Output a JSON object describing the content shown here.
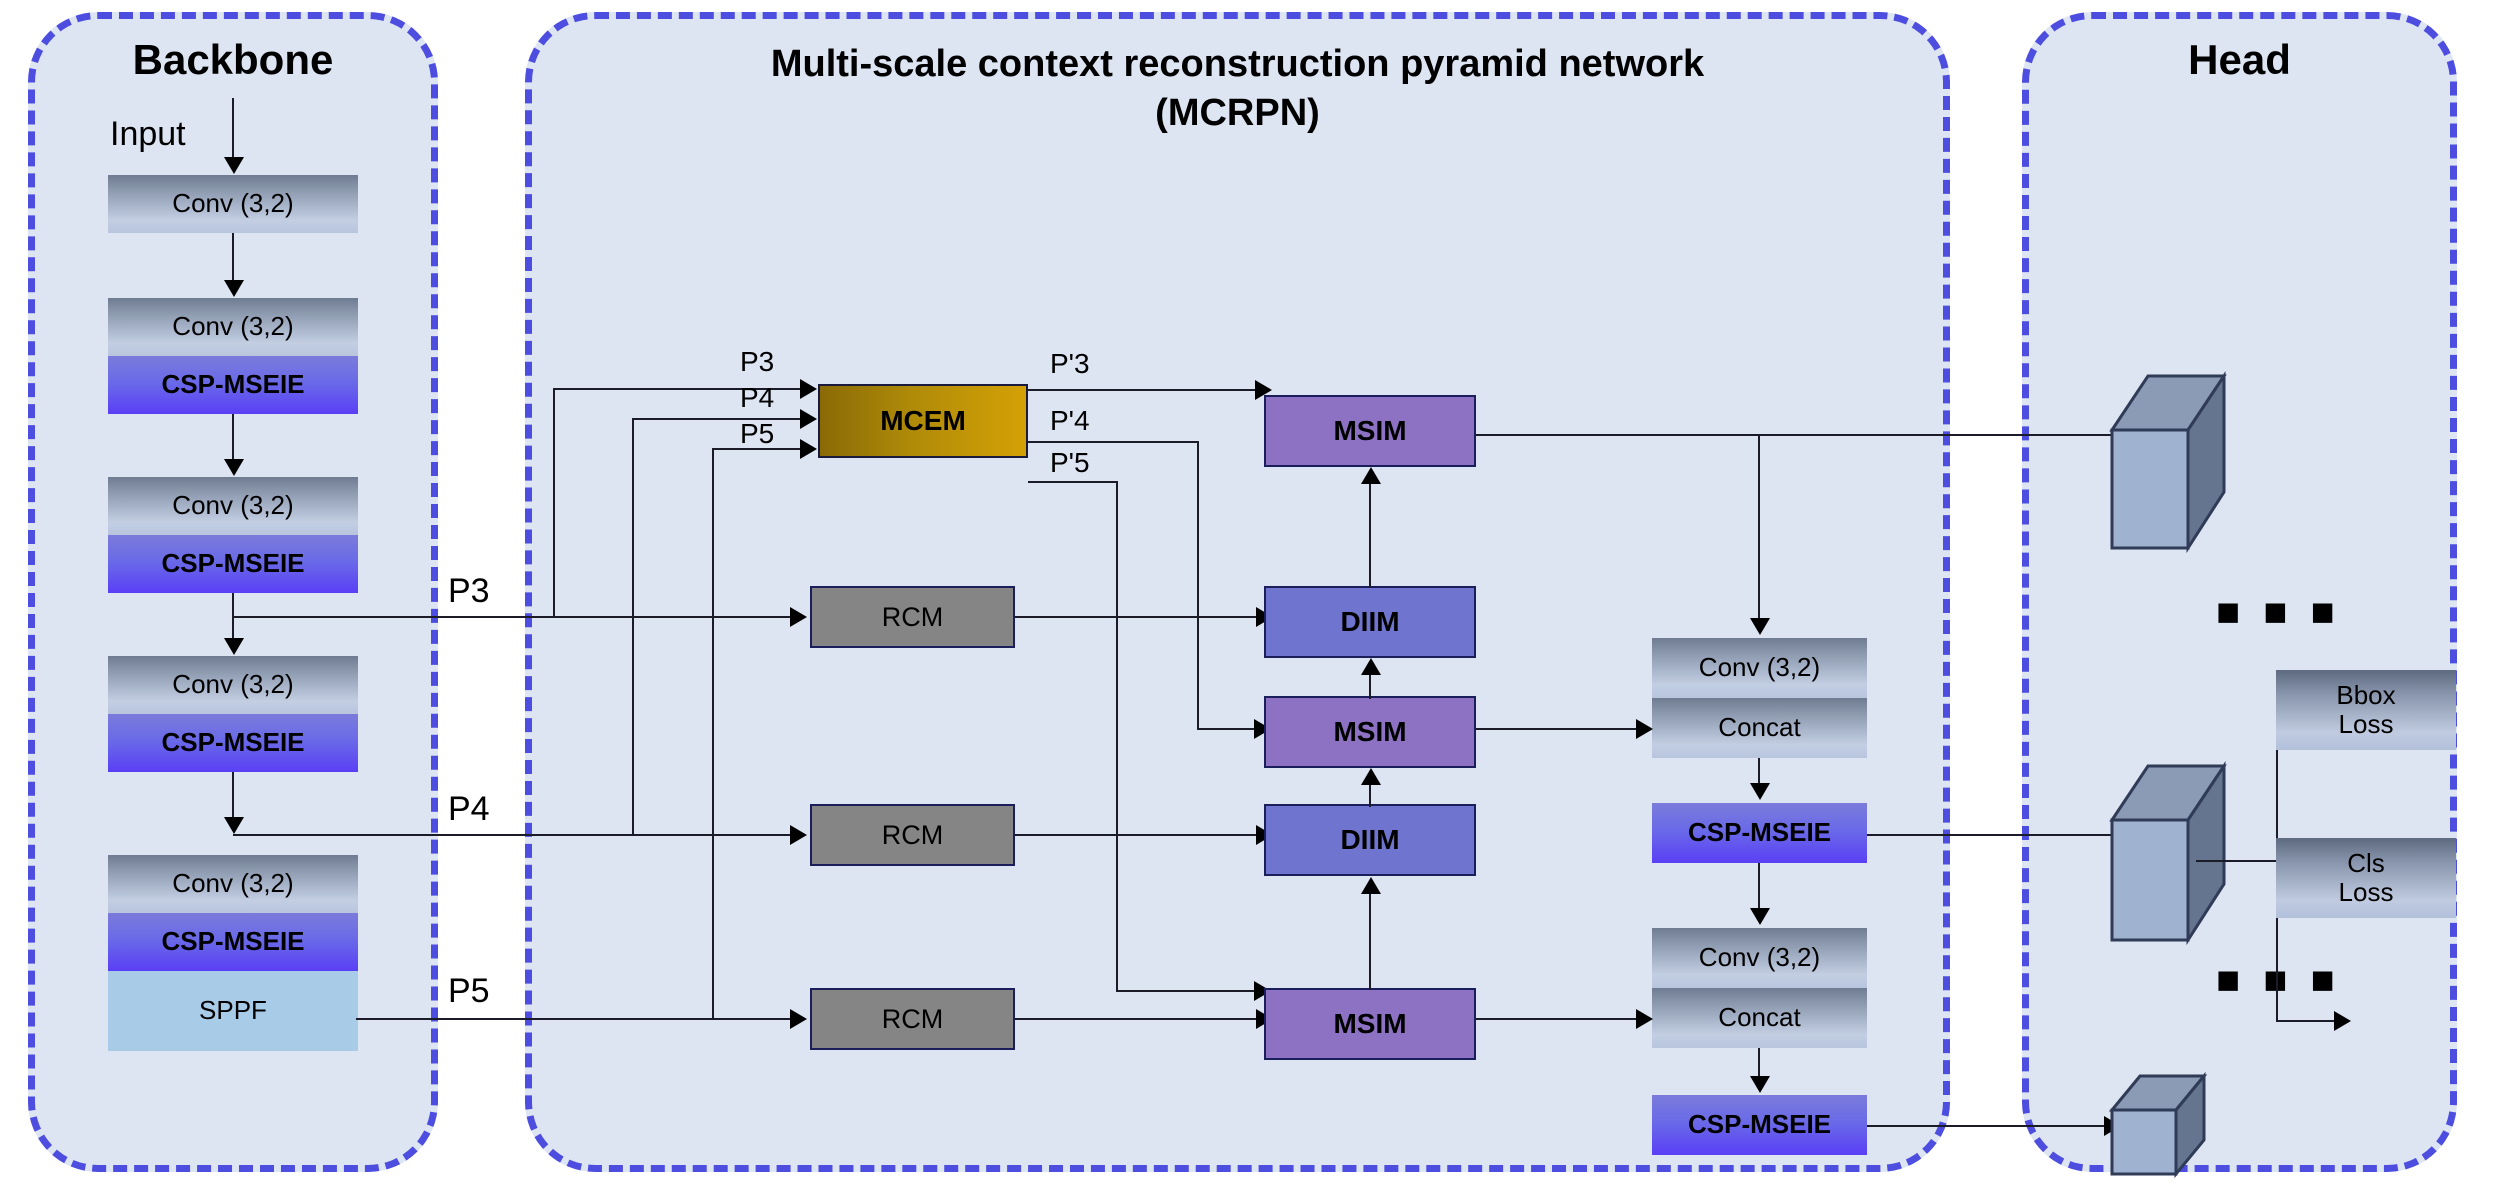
{
  "sections": {
    "backbone": {
      "title": "Backbone"
    },
    "mcrpn": {
      "title": "Multi-scale context reconstruction pyramid network\n(MCRPN)"
    },
    "head": {
      "title": "Head"
    }
  },
  "backbone": {
    "input_label": "Input",
    "blocks": [
      {
        "label": "Conv (3,2)",
        "type": "conv"
      },
      {
        "label": "Conv (3,2)",
        "type": "conv"
      },
      {
        "label": "CSP-MSEIE",
        "type": "csp"
      },
      {
        "label": "Conv (3,2)",
        "type": "conv"
      },
      {
        "label": "CSP-MSEIE",
        "type": "csp"
      },
      {
        "label": "Conv (3,2)",
        "type": "conv"
      },
      {
        "label": "CSP-MSEIE",
        "type": "csp"
      },
      {
        "label": "Conv (3,2)",
        "type": "conv"
      },
      {
        "label": "CSP-MSEIE",
        "type": "csp"
      },
      {
        "label": "SPPF",
        "type": "sppf"
      }
    ]
  },
  "feature_labels": {
    "p3": "P3",
    "p4": "P4",
    "p5": "P5",
    "p3_in": "P3",
    "p4_in": "P4",
    "p5_in": "P5",
    "p3_out": "P'3",
    "p4_out": "P'4",
    "p5_out": "P'5"
  },
  "mcrpn": {
    "mcem": "MCEM",
    "rcm": "RCM",
    "msim": "MSIM",
    "diim": "DIIM",
    "rcm_blocks": [
      "RCM",
      "RCM",
      "RCM"
    ],
    "fusion_column": [
      "MSIM",
      "DIIM",
      "MSIM",
      "DIIM",
      "MSIM"
    ],
    "right_column": [
      {
        "label": "Conv (3,2)",
        "type": "conv"
      },
      {
        "label": "Concat",
        "type": "concat"
      },
      {
        "label": "CSP-MSEIE",
        "type": "csp"
      },
      {
        "label": "Conv (3,2)",
        "type": "conv"
      },
      {
        "label": "Concat",
        "type": "concat"
      },
      {
        "label": "CSP-MSEIE",
        "type": "csp"
      }
    ]
  },
  "head": {
    "ellipsis_top": "■ ■ ■",
    "ellipsis_bottom": "■ ■ ■",
    "bbox_loss": "Bbox\nLoss",
    "cls_loss": "Cls\nLoss"
  },
  "colors": {
    "section_fill": "#dde4f2",
    "section_border": "#4d4de0",
    "csp_accent": "#5a3ff5",
    "mcem_accent": "#b08b08",
    "rcm_gray": "#858585",
    "msim_purple": "#8d72c4",
    "diim_blue": "#6f74ce",
    "sppf_blue": "#a8cbe8",
    "line": "#1c1c28"
  }
}
